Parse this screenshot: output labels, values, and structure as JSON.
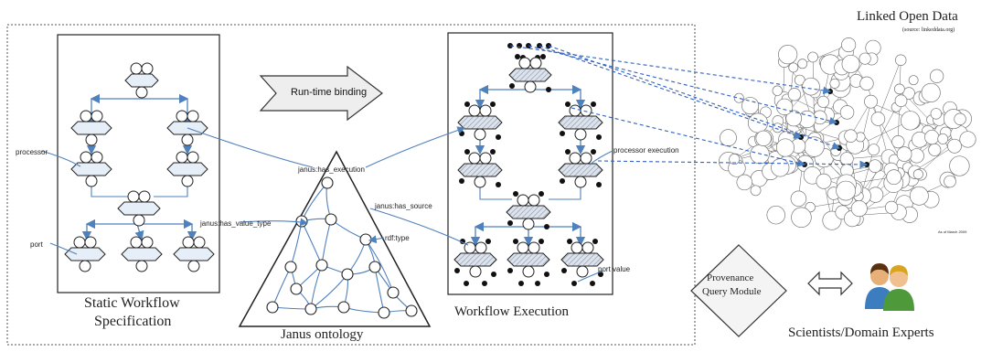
{
  "diagram": {
    "static_workflow": {
      "title_line1": "Static Workflow",
      "title_line2": "Specification",
      "label_processor": "processor",
      "label_port": "port"
    },
    "runtime_binding": {
      "label": "Run-time binding"
    },
    "janus": {
      "title": "Janus ontology",
      "label_has_execution": "janus:has_execution",
      "label_has_source": "janus:has_source",
      "label_has_value_type": "janus:has_value_type",
      "label_rdf_type": "rdf:type"
    },
    "workflow_execution": {
      "title": "Workflow Execution",
      "label_processor_execution": "processor execution",
      "label_port_value": "port value"
    },
    "lod": {
      "title": "Linked Open Data",
      "source": "(source: linkeddata.org)",
      "date_note": "As of March 2009"
    },
    "pqm": {
      "line1": "Provenance",
      "line2": "Query Module"
    },
    "experts": {
      "label": "Scientists/Domain Experts"
    },
    "colors": {
      "arrow_blue": "#4f81bd",
      "node_fill": "#e6eef7",
      "exec_fill": "#c8d0dc",
      "lod_node_stroke": "#777777"
    },
    "icons": [
      "double-arrow-icon",
      "scientists-icon"
    ]
  }
}
